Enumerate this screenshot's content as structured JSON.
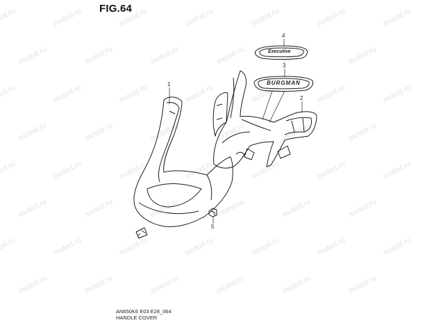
{
  "figure": {
    "title": "FIG.64"
  },
  "callouts": [
    "1",
    "2",
    "3",
    "4",
    "5"
  ],
  "emblems": {
    "upper": "Executive",
    "lower": "BURGMAN"
  },
  "footer": {
    "model_code": "AN650K6 E03 E28_064",
    "caption": "HANDLE COVER"
  },
  "watermark": {
    "text": "motod.ru"
  },
  "colors": {
    "line": "#1a1a1a",
    "watermark": "#e2e2e2"
  }
}
